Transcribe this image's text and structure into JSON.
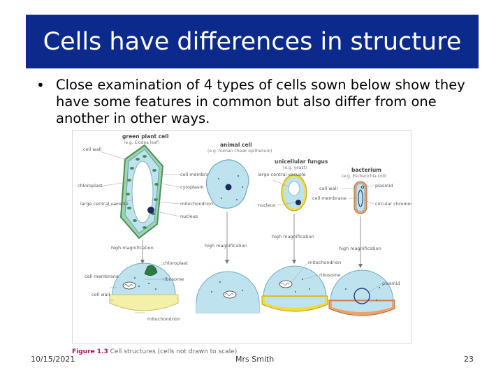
{
  "slide": {
    "title": "Cells have differences in structure",
    "bullet": "Close examination of 4 types of cells sown below show they have some features in common but also differ from one another in other ways.",
    "footer_date": "10/15/2021",
    "footer_center": "Mrs Smith",
    "page_number": "23"
  },
  "figure": {
    "caption_number": "Figure 1.3",
    "caption_text": "Cell structures (cells not drawn to scale)",
    "plant": {
      "title": "green plant cell",
      "example": "(e.g. Elodea leaf)",
      "labels": {
        "cell_wall": "cell wall",
        "chloroplast": "chloroplast",
        "vacuole": "large central vacuole",
        "cell_membrane": "cell membrane",
        "cytoplasm": "cytoplasm",
        "mitochondrion": "mitochondrion",
        "nucleus": "nucleus",
        "high_mag": "high magnification",
        "zoom_chloroplast": "chloroplast",
        "zoom_membrane": "cell membrane",
        "zoom_wall": "cell wall",
        "zoom_ribosome": "ribosome",
        "zoom_mitochondrion": "mitochondrion"
      }
    },
    "animal": {
      "title": "animal cell",
      "example": "(e.g. human cheek epithelium)",
      "labels": {
        "high_mag": "high magnification"
      }
    },
    "fungus": {
      "title": "unicellular fungus",
      "example": "(e.g. yeast)",
      "labels": {
        "vacuole": "large central vacuole",
        "nucleus": "nucleus",
        "high_mag": "high magnification",
        "zoom_mitochondrion": "mitochondrion",
        "zoom_ribosome": "ribosome"
      }
    },
    "bacterium": {
      "title": "bacterium",
      "example": "(e.g. Escherichia coli)",
      "labels": {
        "cell_wall": "cell wall",
        "cell_membrane": "cell membrane",
        "plasmid": "plasmid",
        "chromosome": "circular chromosome",
        "high_mag": "high magnification",
        "zoom_plasmid": "plasmid"
      }
    }
  },
  "colors": {
    "title_bg": "#0b2a8c",
    "cell_fill": "#bfe3ee",
    "cell_stroke": "#6aa9c2",
    "chloroplast": "#3f8f55",
    "plant_wall": "#f4f0a8",
    "fungus_wall": "#f1dc3a",
    "bacteria_wall": "#f0a068",
    "nucleus": "#1b2a5c",
    "label": "#555555"
  }
}
